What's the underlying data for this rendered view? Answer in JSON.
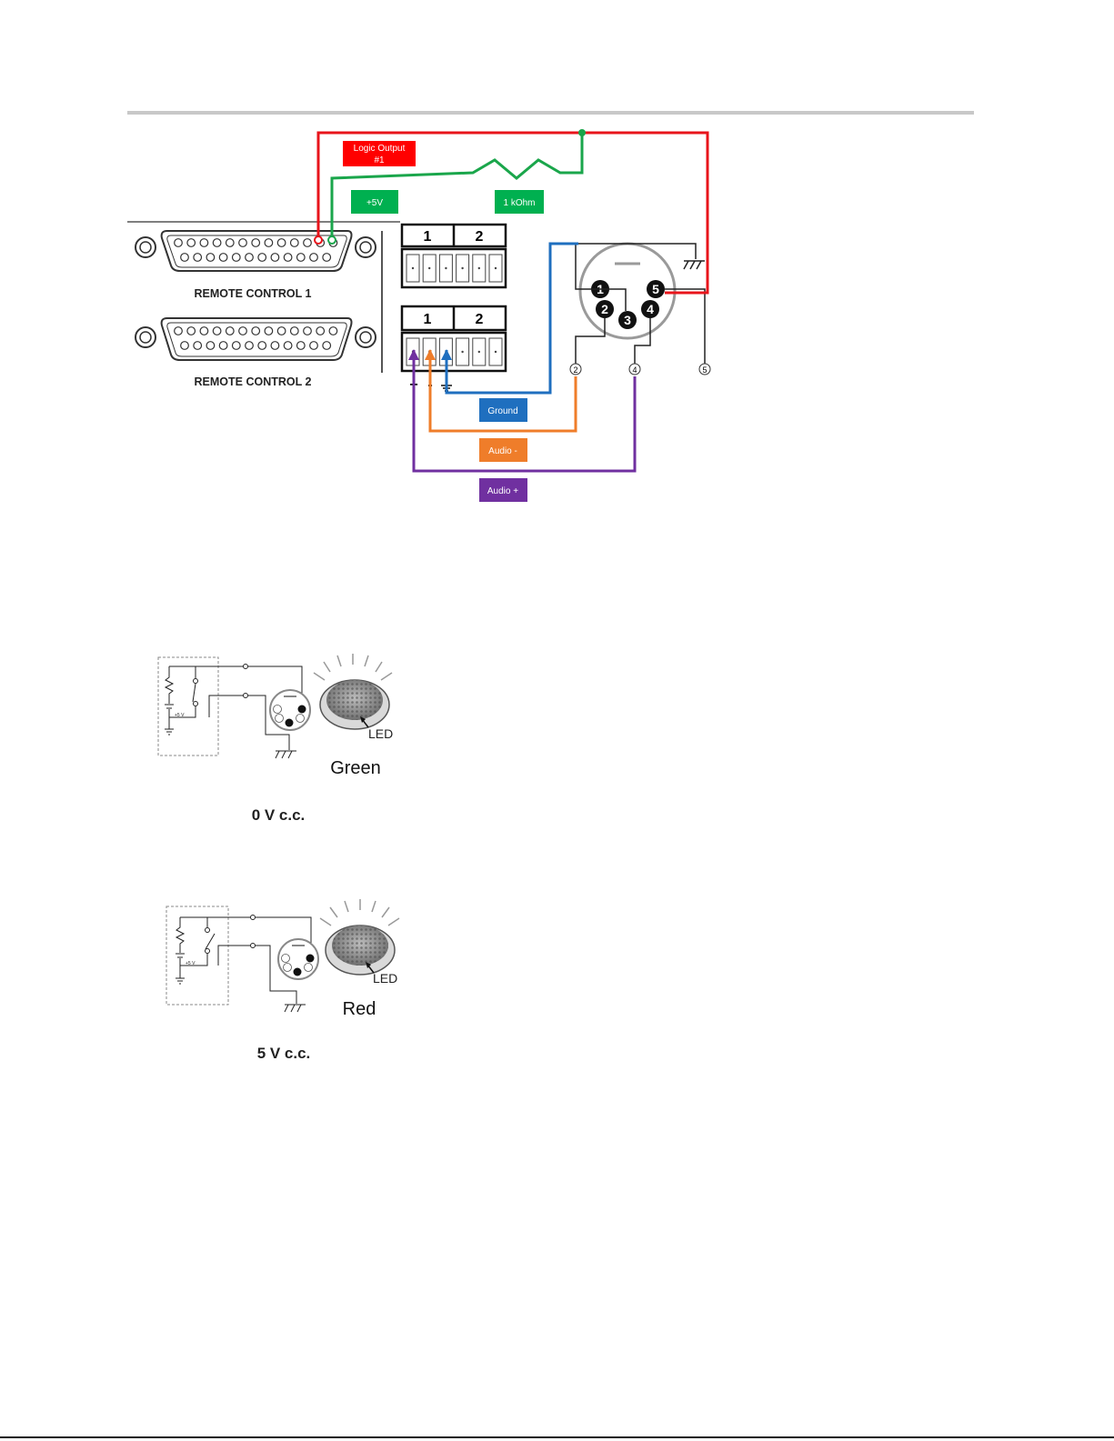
{
  "wiring": {
    "tags": {
      "logic_output_line1": "Logic Output",
      "logic_output_line2": "#1",
      "plus5v": "+5V",
      "resistor": "1 kOhm",
      "ground": "Ground",
      "audio_minus": "Audio -",
      "audio_plus": "Audio +"
    },
    "panel": {
      "remote_control_1": "REMOTE CONTROL 1",
      "remote_control_2": "REMOTE CONTROL 2",
      "terminal_1": "1",
      "terminal_2": "2",
      "polarity_plus": "+",
      "polarity_minus": "-"
    },
    "din_pins": [
      "1",
      "2",
      "3",
      "4",
      "5"
    ],
    "pin_callouts": [
      "2",
      "4",
      "5"
    ],
    "colors": {
      "red": "#e8141b",
      "green": "#1aa64b",
      "blue": "#1f6fbf",
      "orange": "#ef7d2a",
      "purple": "#7030a0"
    }
  },
  "states": [
    {
      "supply": "+5 V",
      "led_label": "LED",
      "color": "Green",
      "voltage": "0 V c.c."
    },
    {
      "supply": "+5 V",
      "led_label": "LED",
      "color": "Red",
      "voltage": "5 V c.c."
    }
  ]
}
